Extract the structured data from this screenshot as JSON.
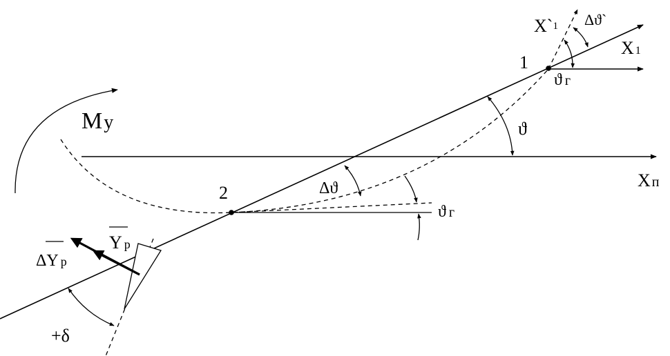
{
  "labels": {
    "point_1": "1",
    "point_2": "2",
    "axis_x1_prime": "X`",
    "axis_x1_prime_sub": "1",
    "axis_x1": "X",
    "axis_x1_sub": "1",
    "delta_theta_prime": "Δϑ`",
    "theta_g_top": "ϑ",
    "theta_g_top_sub": "г",
    "theta": "ϑ",
    "axis_xp": "X",
    "axis_xp_sub": "п",
    "delta_theta": "Δϑ",
    "theta_g_bottom": "ϑ",
    "theta_g_bottom_sub": "г",
    "moment": "M",
    "moment_sub": "y",
    "force_yp": "Y",
    "force_yp_sub": "p",
    "force_delta_yp": "ΔY",
    "force_delta_yp_sub": "p",
    "plus_delta": "+δ"
  }
}
